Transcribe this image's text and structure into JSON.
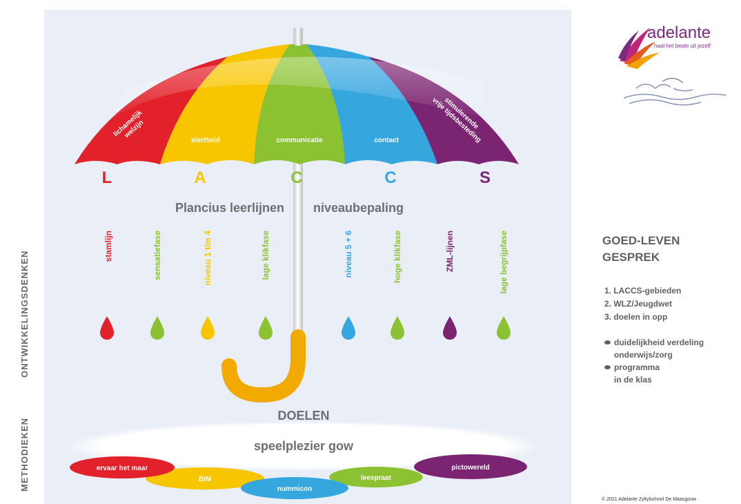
{
  "side_labels": {
    "top": "ONTWIKKELINGSDENKEN",
    "bottom": "METHODIEKEN"
  },
  "logo": {
    "name": "adelante",
    "tagline": "haal het beste uit jezelf"
  },
  "umbrella": {
    "panels": [
      {
        "text": "lichamelijk welzijn",
        "letter": "L",
        "color": "#e3212a"
      },
      {
        "text": "alertheid",
        "letter": "A",
        "color": "#f7c600"
      },
      {
        "text": "communicatie",
        "letter": "C",
        "color": "#8cc232"
      },
      {
        "text": "contact",
        "letter": "C",
        "color": "#36a6df"
      },
      {
        "text": "stimulerende vrije tijdsbesteding",
        "letter": "S",
        "color": "#7b2471"
      }
    ],
    "headings": {
      "left": "Plancius leerlijnen",
      "right": "niveaubepaling"
    },
    "drops": [
      {
        "label": "stamlijn",
        "color": "#e3212a"
      },
      {
        "label": "sensatiefase",
        "color": "#8cc232"
      },
      {
        "label": "niveau 1 t/m 4",
        "color": "#f7c600"
      },
      {
        "label": "lage klikfase",
        "color": "#8cc232"
      },
      {
        "label": "niveau 5 + 6",
        "color": "#36a6df"
      },
      {
        "label": "hoge klikfase",
        "color": "#8cc232"
      },
      {
        "label": "ZML-lijnen",
        "color": "#7b2471"
      },
      {
        "label": "lage begrijpfase",
        "color": "#8cc232"
      }
    ],
    "handle_color": "#f2a900"
  },
  "doelen": {
    "title": "DOELEN",
    "subtitle": "speelplezier gow"
  },
  "methods": [
    {
      "label": "ervaar het maar",
      "color": "#e3212a"
    },
    {
      "label": "BIM",
      "color": "#f7c600"
    },
    {
      "label": "nummicon",
      "color": "#36a6df"
    },
    {
      "label": "leespraat",
      "color": "#8cc232"
    },
    {
      "label": "pictowereld",
      "color": "#7b2471"
    }
  ],
  "right_panel": {
    "title_line1": "GOED-LEVEN",
    "title_line2": "GESPREK",
    "numbered": [
      "1. LACCS-gebieden",
      "2. WLZ/Jeugdwet",
      "3. doelen in opp"
    ],
    "bullets": [
      [
        "duidelijkheid verdeling",
        "onderwijs/zorg"
      ],
      [
        "programma",
        "in de klas"
      ]
    ]
  },
  "copyright": "© 2021 Adelante Zyltylschool De Maasgouw"
}
